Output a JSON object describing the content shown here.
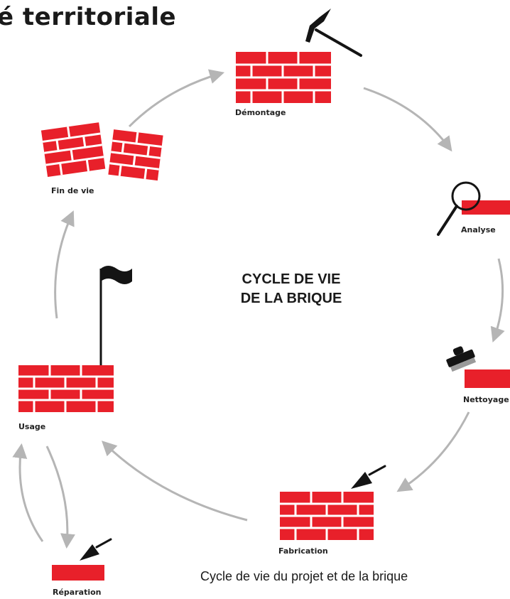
{
  "header": {
    "title": "é territoriale"
  },
  "diagram": {
    "center_title_line1": "CYCLE DE VIE",
    "center_title_line2": "DE LA BRIQUE",
    "stages": {
      "demontage": "Démontage",
      "analyse": "Analyse",
      "nettoyage": "Nettoyage",
      "fabrication": "Fabrication",
      "usage": "Usage",
      "reparation": "Réparation",
      "fin_de_vie": "Fin de vie"
    },
    "colors": {
      "brick": "#e8202a",
      "arrow": "#b5b5b5",
      "tool": "#141414",
      "mortar": "#ffffff"
    },
    "icons": [
      "pickaxe-icon",
      "magnifier-icon",
      "brush-icon",
      "trowel-icon",
      "flag-icon"
    ]
  },
  "caption": "Cycle de vie du projet et de la brique"
}
